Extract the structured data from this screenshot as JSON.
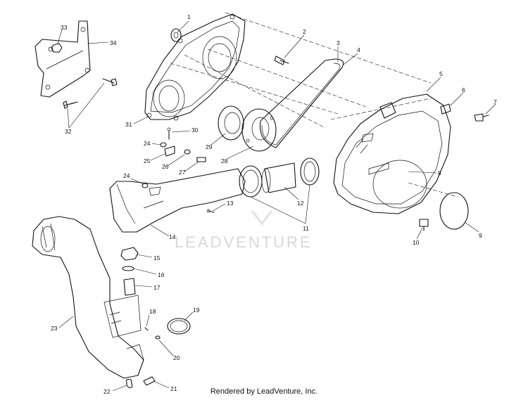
{
  "diagram": {
    "watermark": "LEADVENTURE",
    "footer": "Rendered by LeadVenture, Inc.",
    "callouts": [
      {
        "id": "1",
        "text": "1"
      },
      {
        "id": "2",
        "text": "2"
      },
      {
        "id": "3",
        "text": "3"
      },
      {
        "id": "4",
        "text": "4"
      },
      {
        "id": "5",
        "text": "5"
      },
      {
        "id": "6",
        "text": "6"
      },
      {
        "id": "7",
        "text": "7"
      },
      {
        "id": "8",
        "text": "8"
      },
      {
        "id": "9",
        "text": "9"
      },
      {
        "id": "10",
        "text": "10"
      },
      {
        "id": "11",
        "text": "11"
      },
      {
        "id": "12",
        "text": "12"
      },
      {
        "id": "13",
        "text": "13"
      },
      {
        "id": "14",
        "text": "14"
      },
      {
        "id": "15",
        "text": "15"
      },
      {
        "id": "16",
        "text": "16"
      },
      {
        "id": "17",
        "text": "17"
      },
      {
        "id": "18",
        "text": "18"
      },
      {
        "id": "19",
        "text": "19"
      },
      {
        "id": "20",
        "text": "20"
      },
      {
        "id": "21",
        "text": "21"
      },
      {
        "id": "22",
        "text": "22"
      },
      {
        "id": "23",
        "text": "23"
      },
      {
        "id": "24a",
        "text": "24"
      },
      {
        "id": "24b",
        "text": "24"
      },
      {
        "id": "25",
        "text": "25"
      },
      {
        "id": "26",
        "text": "26"
      },
      {
        "id": "27",
        "text": "27"
      },
      {
        "id": "28",
        "text": "28"
      },
      {
        "id": "29",
        "text": "29"
      },
      {
        "id": "30",
        "text": "30"
      },
      {
        "id": "31",
        "text": "31"
      },
      {
        "id": "32",
        "text": "32"
      },
      {
        "id": "33",
        "text": "33"
      },
      {
        "id": "34",
        "text": "34"
      }
    ]
  }
}
